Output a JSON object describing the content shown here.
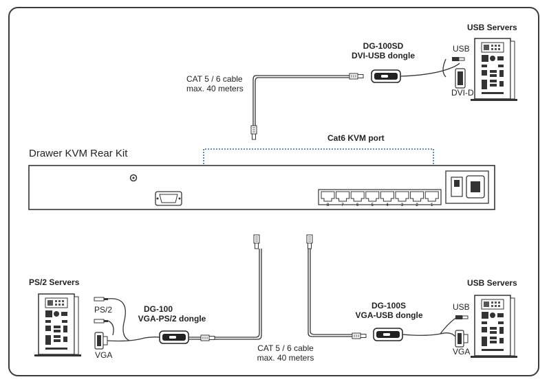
{
  "kit_title": "Drawer KVM Rear Kit",
  "cat6_port_label": "Cat6 KVM port",
  "port_numbers": [
    "8",
    "7",
    "6",
    "5",
    "4",
    "3",
    "2",
    "1"
  ],
  "top_group": {
    "server_label": "USB Servers",
    "dongle_model": "DG-100SD",
    "dongle_desc": "DVI-USB dongle",
    "connector_usb": "USB",
    "connector_video": "DVI-D",
    "cable_line1": "CAT 5 / 6 cable",
    "cable_line2": "max. 40 meters"
  },
  "left_group": {
    "server_label": "PS/2 Servers",
    "dongle_model": "DG-100",
    "dongle_desc": "VGA-PS/2 dongle",
    "connector_ps2": "PS/2",
    "connector_video": "VGA"
  },
  "right_group": {
    "server_label": "USB Servers",
    "dongle_model": "DG-100S",
    "dongle_desc": "VGA-USB dongle",
    "connector_usb": "USB",
    "connector_video": "VGA"
  },
  "bottom_cable": {
    "line1": "CAT 5 / 6 cable",
    "line2": "max. 40 meters"
  }
}
